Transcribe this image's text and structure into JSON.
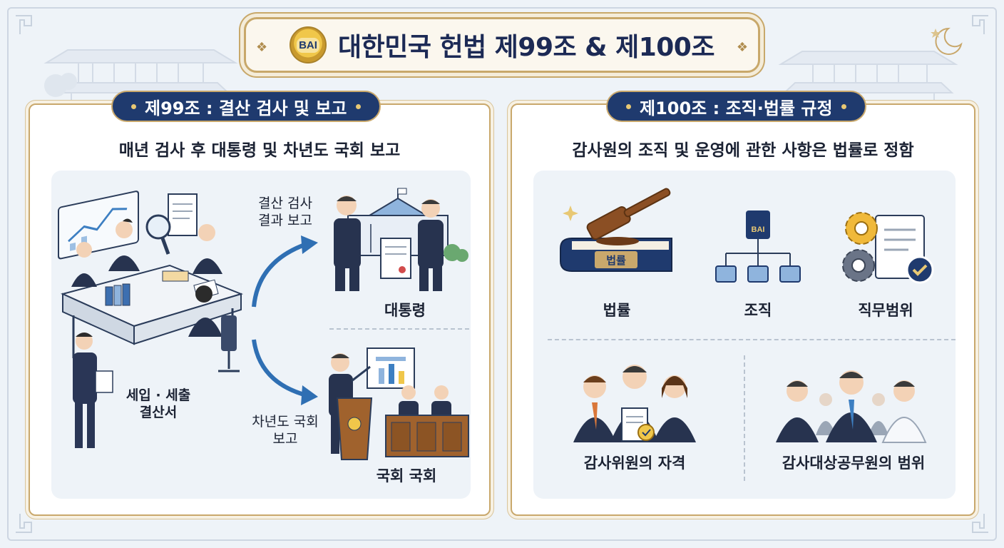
{
  "title": {
    "emblem_text": "BAI",
    "text": "대한민국 헌법 제99조 & 제100조"
  },
  "article99": {
    "pill": "제99조 : 결산 검사 및 보고",
    "subtitle": "매년 검사 후 대통령 및 차년도 국회 보고",
    "office_label": "세입 · 세출\n결산서",
    "arrow_top_label": "결산 검사\n결과 보고",
    "arrow_bottom_label": "차년도 국회\n보고",
    "president_label": "대통령",
    "assembly_label": "국회 국회"
  },
  "article100": {
    "pill": "제100조 : 조직·법률 규정",
    "subtitle": "감사원의 조직 및 운영에 관한 사항은 법률로 정함",
    "book_text": "법률",
    "org_emblem_text": "BAI",
    "items": [
      {
        "label": "법률",
        "icon": "gavel-book-icon"
      },
      {
        "label": "조직",
        "icon": "org-chart-icon"
      },
      {
        "label": "직무범위",
        "icon": "gears-document-icon"
      }
    ],
    "groups": [
      {
        "label": "감사위원의 자격",
        "icon": "commissioners-icon"
      },
      {
        "label": "감사대상공무원의 범위",
        "icon": "officials-icon"
      }
    ]
  },
  "colors": {
    "navy": "#1f3a6e",
    "gold": "#c9a86c",
    "arrow": "#2f6fb3",
    "background": "#eef3f8"
  }
}
